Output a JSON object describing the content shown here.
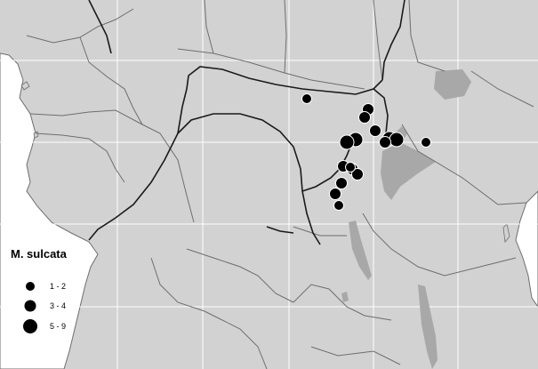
{
  "legend": {
    "title": "M. sulcata",
    "classes": [
      {
        "label": "1 - 2"
      },
      {
        "label": "3 - 4"
      },
      {
        "label": "5 - 9"
      }
    ]
  },
  "colors": {
    "land": "#d2d2d2",
    "ocean": "#ffffff",
    "lakes_rivers": "#a8a8a8",
    "borders": "#6e6e6e",
    "major_rivers": "#1a1a1a",
    "grid": "#ffffff",
    "records": "#000000",
    "record_outline": "#ffffff"
  },
  "records": [
    {
      "class": 1
    },
    {
      "class": 2
    },
    {
      "class": 2
    },
    {
      "class": 3
    },
    {
      "class": 3
    },
    {
      "class": 2
    },
    {
      "class": 3
    },
    {
      "class": 3
    },
    {
      "class": 1
    },
    {
      "class": 2
    },
    {
      "class": 2
    },
    {
      "class": 2
    },
    {
      "class": 2
    },
    {
      "class": 2
    },
    {
      "class": 2
    },
    {
      "class": 1
    },
    {
      "class": 1
    }
  ]
}
